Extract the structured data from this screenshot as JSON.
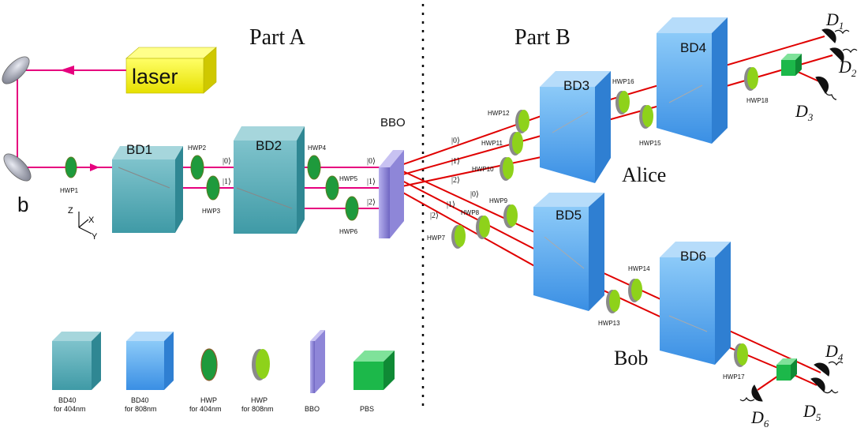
{
  "parts": {
    "a": "Part A",
    "b": "Part B"
  },
  "parties": {
    "alice": "Alice",
    "bob": "Bob"
  },
  "laser": "laser",
  "mirror_label": "b",
  "axes": {
    "z": "Z",
    "x": "X",
    "y": "Y"
  },
  "bds": {
    "bd1": "BD1",
    "bd2": "BD2",
    "bd3": "BD3",
    "bd4": "BD4",
    "bd5": "BD5",
    "bd6": "BD6"
  },
  "bbo": "BBO",
  "hwp": {
    "hwp1": "HWP1",
    "hwp2": "HWP2",
    "hwp3": "HWP3",
    "hwp4": "HWP4",
    "hwp5": "HWP5",
    "hwp6": "HWP6",
    "hwp7": "HWP7",
    "hwp8": "HWP8",
    "hwp9": "HWP9",
    "hwp10": "HWP10",
    "hwp11": "HWP11",
    "hwp12": "HWP12",
    "hwp13": "HWP13",
    "hwp14": "HWP14",
    "hwp15": "HWP15",
    "hwp16": "HWP16",
    "hwp17": "HWP17",
    "hwp18": "HWP18"
  },
  "kets": {
    "k0": "|0⟩",
    "k1": "|1⟩",
    "k2": "|2⟩"
  },
  "detectors": {
    "d1": {
      "letter": "D",
      "sub": "1"
    },
    "d2": {
      "letter": "D",
      "sub": "2"
    },
    "d3": {
      "letter": "D",
      "sub": "3"
    },
    "d4": {
      "letter": "D",
      "sub": "4"
    },
    "d5": {
      "letter": "D",
      "sub": "5"
    },
    "d6": {
      "letter": "D",
      "sub": "6"
    }
  },
  "legend": {
    "bd404_l1": "BD40",
    "bd404_l2": "for 404nm",
    "bd808_l1": "BD40",
    "bd808_l2": "for 808nm",
    "hwp404_l1": "HWP",
    "hwp404_l2": "for 404nm",
    "hwp808_l1": "HWP",
    "hwp808_l2": "for 808nm",
    "bbo": "BBO",
    "pbs": "PBS"
  },
  "colors": {
    "pump_beam": "#e6007e",
    "photon_beam": "#e00000",
    "bd404": "#3e9aa8",
    "bd808": "#3a90e6",
    "hwp404": "#1e9a3c",
    "hwp808": "#8ed21a",
    "bbo": "#8e86d8",
    "pbs": "#1cb84a",
    "laser_box": "#f4f200"
  }
}
